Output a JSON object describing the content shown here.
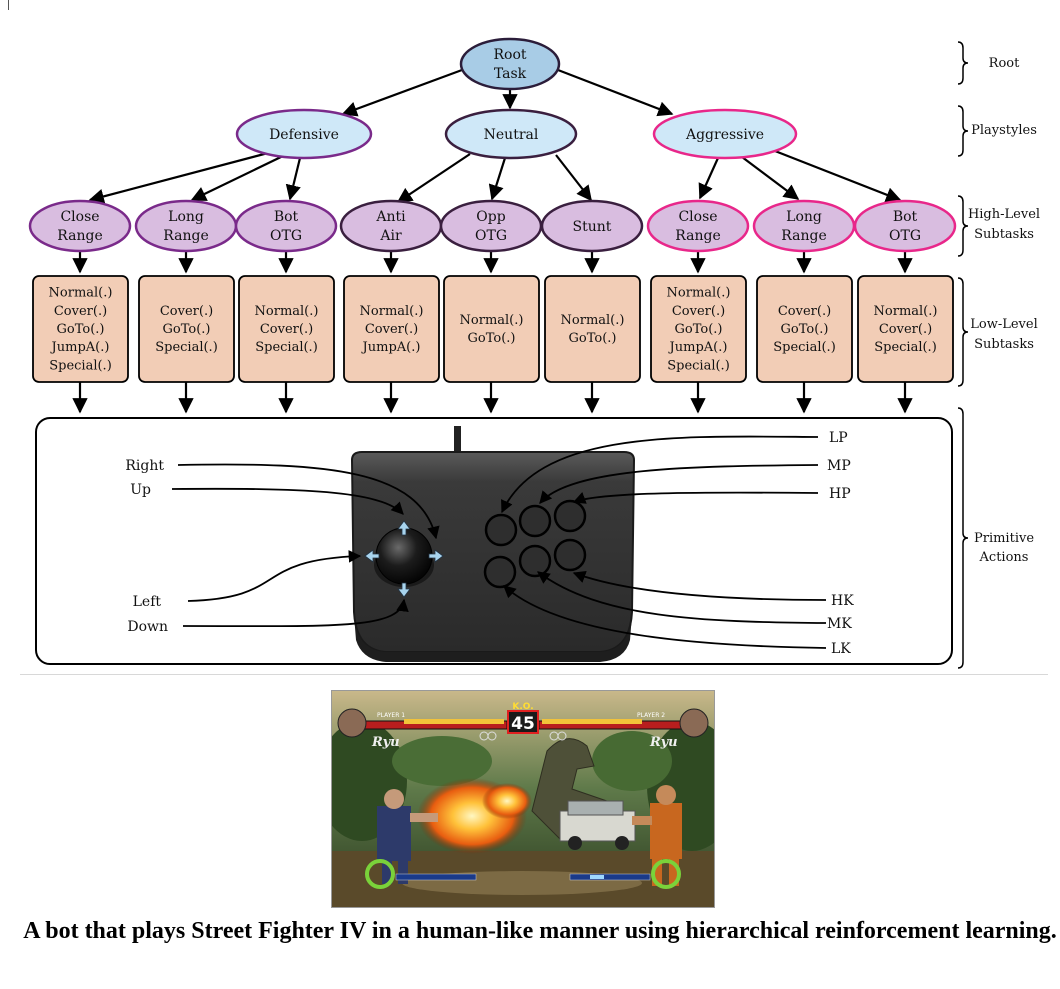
{
  "root": {
    "lines": [
      "Root",
      "Task"
    ]
  },
  "playstyles": [
    {
      "label": "Defensive",
      "stroke": "#7a2a8a"
    },
    {
      "label": "Neutral",
      "stroke": "#3a1f3f"
    },
    {
      "label": "Aggressive",
      "stroke": "#e8278a"
    }
  ],
  "subtasks": [
    {
      "lines": [
        "Close",
        "Range"
      ],
      "actions": [
        "Normal(.)",
        "Cover(.)",
        "GoTo(.)",
        "JumpA(.)",
        "Special(.)"
      ]
    },
    {
      "lines": [
        "Long",
        "Range"
      ],
      "actions": [
        "Cover(.)",
        "GoTo(.)",
        "Special(.)"
      ]
    },
    {
      "lines": [
        "Bot",
        "OTG"
      ],
      "actions": [
        "Normal(.)",
        "Cover(.)",
        "Special(.)"
      ]
    },
    {
      "lines": [
        "Anti",
        "Air"
      ],
      "actions": [
        "Normal(.)",
        "Cover(.)",
        "JumpA(.)"
      ]
    },
    {
      "lines": [
        "Opp",
        "OTG"
      ],
      "actions": [
        "Normal(.)",
        "GoTo(.)"
      ]
    },
    {
      "lines": [
        "Stunt"
      ],
      "actions": [
        "Normal(.)",
        "GoTo(.)"
      ]
    },
    {
      "lines": [
        "Close",
        "Range"
      ],
      "actions": [
        "Normal(.)",
        "Cover(.)",
        "GoTo(.)",
        "JumpA(.)",
        "Special(.)"
      ]
    },
    {
      "lines": [
        "Long",
        "Range"
      ],
      "actions": [
        "Cover(.)",
        "GoTo(.)",
        "Special(.)"
      ]
    },
    {
      "lines": [
        "Bot",
        "OTG"
      ],
      "actions": [
        "Normal(.)",
        "Cover(.)",
        "Special(.)"
      ]
    }
  ],
  "levels": [
    {
      "lines": [
        "Root"
      ]
    },
    {
      "lines": [
        "Playstyles"
      ]
    },
    {
      "lines": [
        "High-Level",
        "Subtasks"
      ]
    },
    {
      "lines": [
        "Low-Level",
        "Subtasks"
      ]
    },
    {
      "lines": [
        "Primitive",
        "Actions"
      ]
    }
  ],
  "stick_actions": [
    "Right",
    "Up",
    "Left",
    "Down"
  ],
  "button_actions": [
    "LP",
    "MP",
    "HP",
    "HK",
    "MK",
    "LK"
  ],
  "game_hud": {
    "timer": "45",
    "ko": "K.O.",
    "player1": "PLAYER 1",
    "player2": "PLAYER 2",
    "fighter": "Ryu"
  },
  "caption": "A bot that plays Street Fighter IV in a human-like manner using hierarchical reinforcement learning.",
  "colors": {
    "root_fill": "#a8cce6",
    "playstyle_fill": "#cfe8f8",
    "subtask_fill": "#d9bde0",
    "action_box_fill": "#f2cdb6",
    "controller_body": "#3e3e3e"
  }
}
